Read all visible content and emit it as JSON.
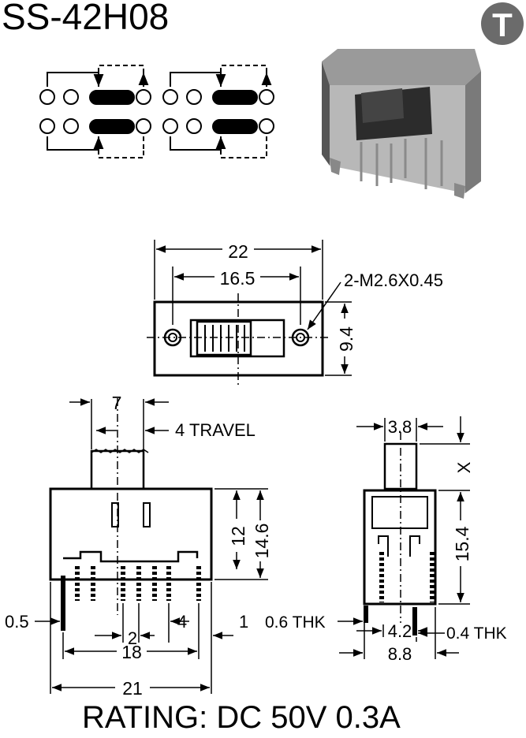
{
  "part_number": "SS-42H08",
  "logo_letter": "T",
  "rating": "RATING: DC 50V 0.3A",
  "top_view": {
    "overall_width": "22",
    "hole_spacing": "16.5",
    "height": "9.4",
    "screw_note": "2-M2.6X0.45"
  },
  "front_view": {
    "actuator_width": "7",
    "travel_note": "4 TRAVEL",
    "body_height_inner": "12",
    "body_height_outer": "14.6",
    "pin_thickness": "0.5",
    "pin_pitch": "2",
    "pin_group_gap": "4",
    "leg_gap": "1",
    "pin_span": "18",
    "overall_span": "21"
  },
  "side_view": {
    "actuator_width": "3.8",
    "actuator_height": "X",
    "body_height": "15.4",
    "pin_thk_left": "0.6 THK",
    "pin_thk_right": "0.4 THK",
    "pin_spacing": "4.2",
    "overall_depth": "8.8"
  }
}
